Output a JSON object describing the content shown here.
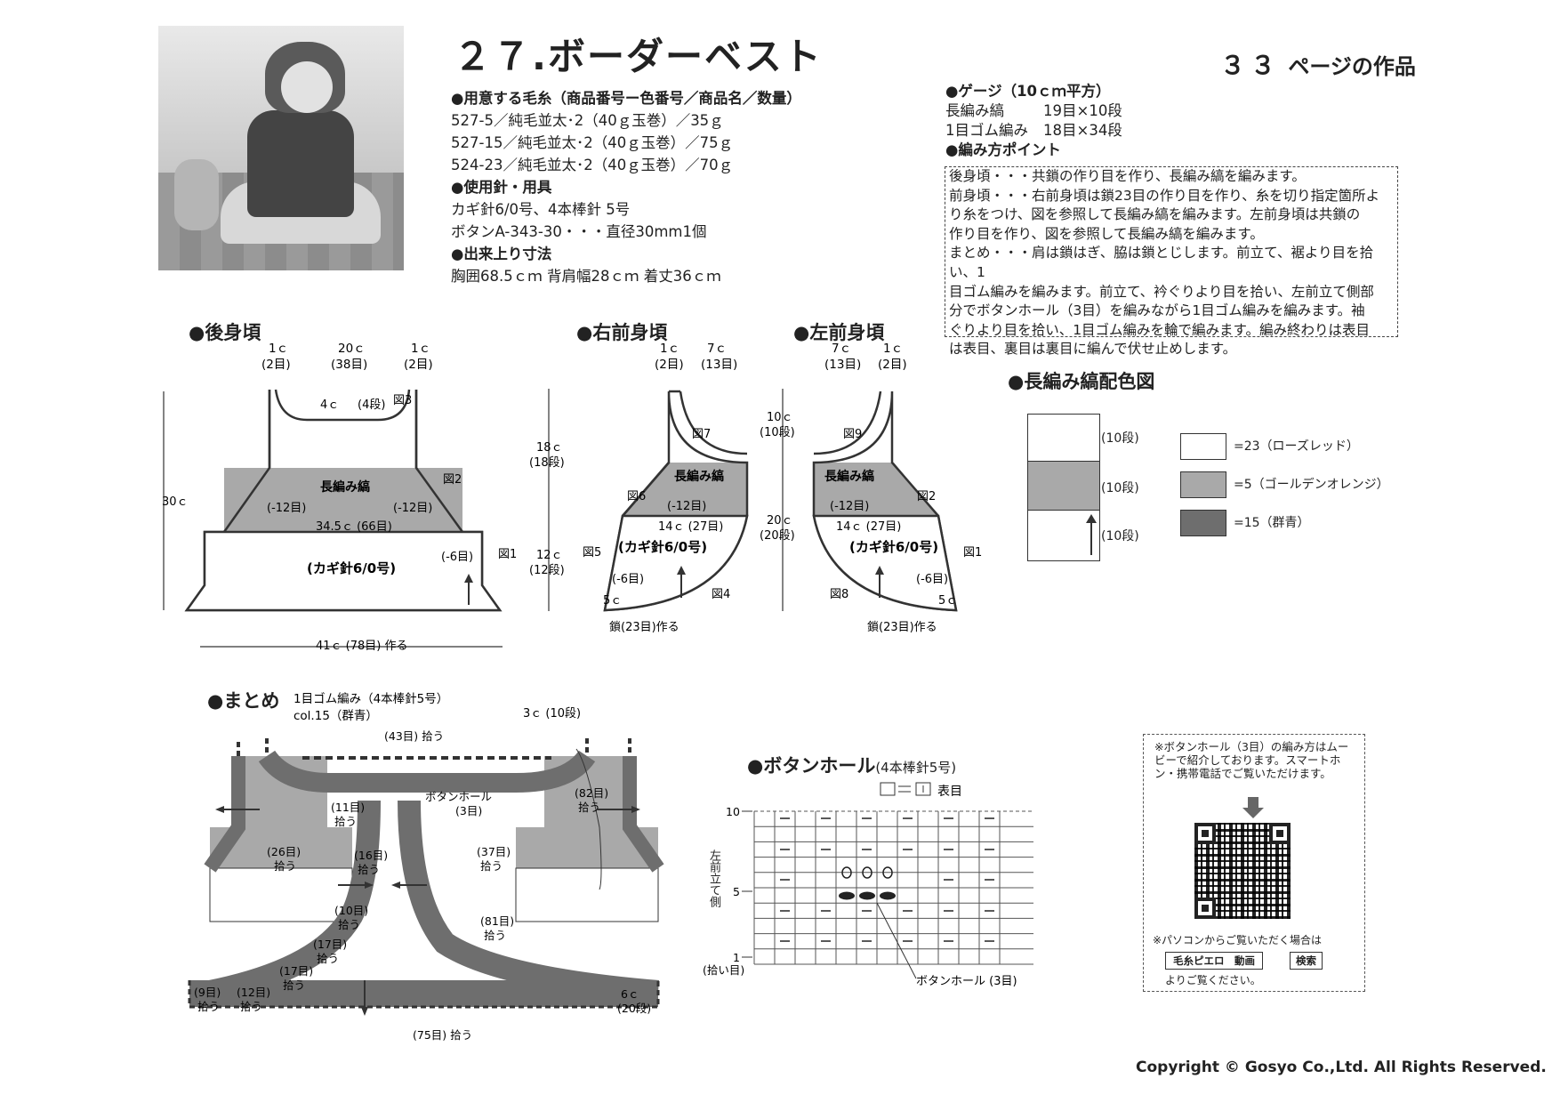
{
  "header": {
    "title": "２７.ボーダーベスト",
    "page_ref_num": "３３",
    "page_ref_text": "ページの作品"
  },
  "materials": {
    "yarn_heading": "●用意する毛糸（商品番号ー色番号／商品名／数量）",
    "yarn_lines": [
      "527-5／純毛並太･2（40ｇ玉巻）／35ｇ",
      "527-15／純毛並太･2（40ｇ玉巻）／75ｇ",
      "524-23／純毛並太･2（40ｇ玉巻）／70ｇ"
    ],
    "tools_heading": "●使用針・用具",
    "tools_lines": [
      "カギ針6/0号、4本棒針 5号",
      "ボタンA-343-30・・・直径30mm1個"
    ],
    "size_heading": "●出来上り寸法",
    "size_line": "胸囲68.5ｃｍ 背肩幅28ｃｍ 着丈36ｃｍ"
  },
  "gauge": {
    "heading": "●ゲージ（10ｃｍ平方）",
    "rows": [
      {
        "name": "長編み縞",
        "value": "19目×10段"
      },
      {
        "name": "1目ゴム編み",
        "value": "18目×34段"
      }
    ],
    "points_heading": "●編み方ポイント"
  },
  "points_lines": [
    "後身頃・・・共鎖の作り目を作り、長編み縞を編みます。",
    "前身頃・・・右前身頃は鎖23目の作り目を作り、糸を切り指定箇所よ",
    "り糸をつけ、図を参照して長編み縞を編みます。左前身頃は共鎖の",
    "作り目を作り、図を参照して長編み縞を編みます。",
    "まとめ・・・肩は鎖はぎ、脇は鎖とじします。前立て、裾より目を拾い、1",
    "目ゴム編みを編みます。前立て、衿ぐりより目を拾い、左前立て側部",
    "分でボタンホール（3目）を編みながら1目ゴム編みを編みます。袖",
    "ぐりより目を拾い、1目ゴム編みを輪で編みます。編み終わりは表目",
    "は表目、裏目は裏目に編んで伏せ止めします。"
  ],
  "sections": {
    "back": "後身頃",
    "right_front": "右前身頃",
    "left_front": "左前身頃",
    "color_chart": "長編み縞配色図",
    "finishing": "まとめ",
    "buttonhole": "ボタンホール"
  },
  "back_labels": {
    "top_l1": "1ｃ",
    "top_l2": "(2目)",
    "top_m1": "20ｃ",
    "top_m2": "(38目)",
    "top_r1": "1ｃ",
    "top_r2": "(2目)",
    "neck": "4ｃ",
    "neck_rows": "(4段)",
    "fig3": "図3",
    "fig2": "図2",
    "fig1": "図1",
    "height": "30ｃ",
    "stripe": "長編み縞",
    "dec_l": "(-12目)",
    "dec_r": "(-12目)",
    "width": "34.5ｃ (66目)",
    "hook": "(カギ針6/0号)",
    "dec_side": "(-6目)",
    "bottom": "41ｃ (78目) 作る"
  },
  "mid_labels": {
    "h1": "18ｃ",
    "h1r": "(18段)",
    "h2": "12ｃ",
    "h2r": "(12段)",
    "h3": "10ｃ",
    "h3r": "(10段)",
    "h4": "20ｃ",
    "h4r": "(20段)"
  },
  "rf_labels": {
    "t1": "1ｃ",
    "t1s": "(2目)",
    "t2": "7ｃ",
    "t2s": "(13目)",
    "fig7": "図7",
    "stripe": "長編み縞",
    "fig6": "図6",
    "dec": "(-12目)",
    "width": "14ｃ (27目)",
    "hook": "(カギ針6/0号)",
    "fig5": "図5",
    "dec2": "(-6目)",
    "c5": "5ｃ",
    "fig4": "図4",
    "chain": "鎖(23目)作る"
  },
  "lf_labels": {
    "t1": "7ｃ",
    "t1s": "(13目)",
    "t2": "1ｃ",
    "t2s": "(2目)",
    "fig9": "図9",
    "stripe": "長編み縞",
    "fig2": "図2",
    "dec": "(-12目)",
    "width": "14ｃ (27目)",
    "hook": "(カギ針6/0号)",
    "fig1": "図1",
    "dec2": "(-6目)",
    "c5": "5ｃ",
    "fig8": "図8",
    "chain": "鎖(23目)作る"
  },
  "color_chart": {
    "rows": [
      "(10段)",
      "(10段)",
      "(10段)"
    ],
    "legend": [
      {
        "label": "=23（ローズレッド）",
        "color": "#ffffff"
      },
      {
        "label": "=5（ゴールデンオレンジ）",
        "color": "#a9a9a9"
      },
      {
        "label": "=15（群青）",
        "color": "#6e6e6e"
      }
    ]
  },
  "finishing": {
    "note1": "1目ゴム編み（4本棒針5号）",
    "note2": "col.15（群青）",
    "c3": "3ｃ (10段)",
    "pick43": "(43目) 拾う",
    "pick11": "(11目)",
    "pick11b": "拾う",
    "buttonhole": "ボタンホール",
    "buttonhole_b": "(3目)",
    "pick82": "(82目)",
    "pick82b": "拾う",
    "pick26": "(26目)",
    "pick26b": "拾う",
    "pick16": "(16目)",
    "pick16b": "拾う",
    "pick37": "(37目)",
    "pick37b": "拾う",
    "pick10": "(10目)",
    "pick10b": "拾う",
    "pick81": "(81目)",
    "pick81b": "拾う",
    "pick17a": "(17目)",
    "pick17ab": "拾う",
    "pick17b": "(17目)",
    "pick17bb": "拾う",
    "pick9": "(9目)",
    "pick9b": "拾う",
    "pick12": "(12目)",
    "pick12b": "拾う",
    "c6": "6ｃ",
    "c6b": "(20段)",
    "pick75": "(75目) 拾う"
  },
  "buttonhole_chart": {
    "needle": "(4本棒針5号)",
    "key": "表目",
    "row10": "10",
    "row5": "5",
    "row1": "1",
    "side_label": "左前立て側",
    "pick_label": "(拾い目)",
    "callout": "ボタンホール (3目)"
  },
  "qr_box": {
    "text": "※ボタンホール（3目）の編み方はムービーで紹介しております。スマートホン・携帯電話でご覧いただけます。",
    "pc_text": "※パソコンからご覧いただく場合は",
    "search_term": "毛糸ピエロ　動画",
    "search_btn": "検索",
    "footer": "よりご覧ください。"
  },
  "copyright": "Copyright © Gosyo Co.,Ltd. All Rights Reserved."
}
